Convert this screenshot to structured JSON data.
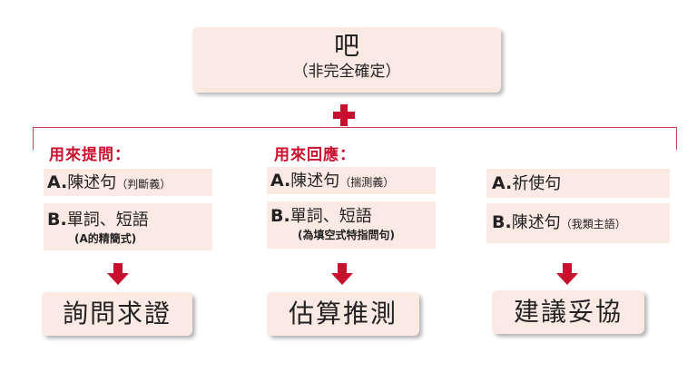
{
  "top": {
    "title": "吧",
    "subtitle": "（非完全確定）"
  },
  "columns": [
    {
      "heading": "用來提問：",
      "item_a": {
        "letter": "A.",
        "text": "陳述句",
        "note": "（判斷義）"
      },
      "item_b": {
        "letter": "B.",
        "text": "單詞、短語",
        "note": "(A的精簡式)"
      },
      "result": "詢問求證"
    },
    {
      "heading": "用來回應：",
      "item_a": {
        "letter": "A.",
        "text": "陳述句",
        "note": "（揣測義）"
      },
      "item_b": {
        "letter": "B.",
        "text": "單詞、短語",
        "note": "(為填空式特指問句)"
      },
      "result": "估算推測"
    },
    {
      "item_a": {
        "letter": "A.",
        "text": "祈使句"
      },
      "item_b": {
        "letter": "B.",
        "text": "陳述句",
        "note": "（我類主語）"
      },
      "result": "建議妥協"
    }
  ],
  "colors": {
    "accent": "#c8102e",
    "box": "#fbe9e3"
  },
  "icons": [
    "plus-icon",
    "down-arrow-icon"
  ]
}
